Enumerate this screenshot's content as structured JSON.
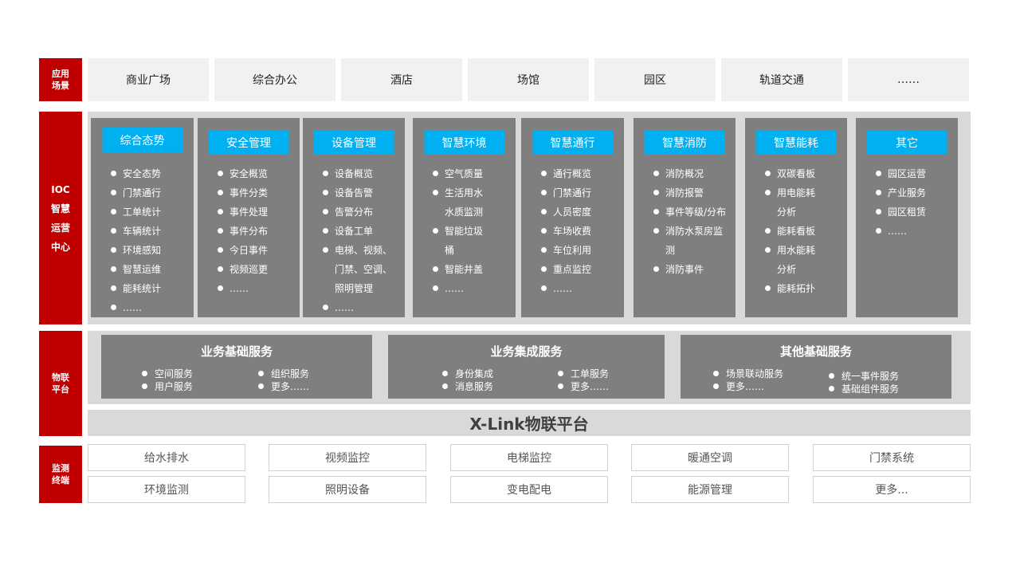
{
  "labels": {
    "scenes": [
      "应用",
      "场景"
    ],
    "ioc": [
      "IOC",
      "智慧",
      "运营",
      "中心"
    ],
    "iot": [
      "物联",
      "平台"
    ],
    "terminal": [
      "监测",
      "终端"
    ]
  },
  "scenes": [
    "商业广场",
    "综合办公",
    "酒店",
    "场馆",
    "园区",
    "轨道交通",
    "……"
  ],
  "ioc_columns": [
    {
      "title": "综合态势",
      "items": [
        "安全态势",
        "门禁通行",
        "工单统计",
        "车辆统计",
        "环境感知",
        "智慧运维",
        "能耗统计",
        "……"
      ]
    },
    {
      "title": "安全管理",
      "items": [
        "安全概览",
        "事件分类",
        "事件处理",
        "事件分布",
        "今日事件",
        "视频巡更",
        "……"
      ]
    },
    {
      "title": "设备管理",
      "items": [
        "设备概览",
        "设备告警",
        "告警分布",
        "设备工单",
        "电梯、视频、",
        "门禁、空调、",
        "照明管理",
        "……"
      ]
    },
    {
      "title": "智慧环境",
      "items": [
        "空气质量",
        "生活用水",
        "水质监测",
        "智能垃圾",
        "桶",
        "智能井盖",
        "……"
      ]
    },
    {
      "title": "智慧通行",
      "items": [
        "通行概览",
        "门禁通行",
        "人员密度",
        "车场收费",
        "车位利用",
        "重点监控",
        "……"
      ]
    },
    {
      "title": "智慧消防",
      "items": [
        "消防概况",
        "消防报警",
        "事件等级/分布",
        "消防水泵房监",
        "测",
        "消防事件"
      ]
    },
    {
      "title": "智慧能耗",
      "items": [
        "双碳看板",
        "用电能耗",
        "分析",
        "能耗看板",
        "用水能耗",
        "分析",
        "能耗拓扑"
      ]
    },
    {
      "title": "其它",
      "items": [
        "园区运营",
        "产业服务",
        "园区租赁",
        "……"
      ]
    }
  ],
  "services": [
    {
      "title": "业务基础服务",
      "items": [
        "空间服务",
        "用户服务",
        "组织服务",
        "更多……"
      ]
    },
    {
      "title": "业务集成服务",
      "items": [
        "身份集成",
        "消息服务",
        "工单服务",
        "更多……"
      ]
    },
    {
      "title": "其他基础服务",
      "items": [
        "场景联动服务",
        "更多……",
        "统一事件服务",
        "基础组件服务"
      ]
    }
  ],
  "xlink": "X-Link物联平台",
  "terminals": [
    "给水排水",
    "视频监控",
    "电梯监控",
    "暖通空调",
    "门禁系统",
    "环境监测",
    "照明设备",
    "变电配电",
    "能源管理",
    "更多..."
  ]
}
